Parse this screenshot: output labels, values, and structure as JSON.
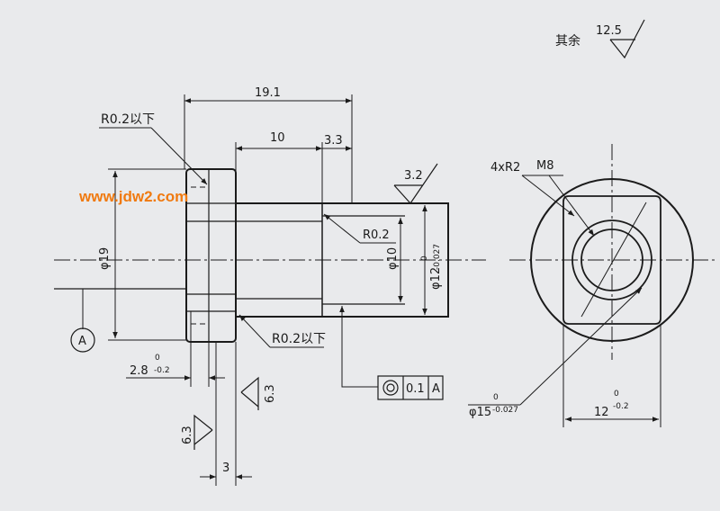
{
  "watermark": "www.jdw2.com",
  "roughness": {
    "other_label": "其余",
    "other_value": "12.5",
    "flange_face": "3.2",
    "face_left": "6.3",
    "face_right": "6.3"
  },
  "front_view": {
    "overall_length": "19.1",
    "shaft_length": "10",
    "chamfer_length": "3.3",
    "flange_thickness": "3",
    "step_dim": "2.8",
    "step_dim_upper": "0",
    "step_dim_lower": "-0.2",
    "fillet_top": "R0.2以下",
    "fillet_bottom": "R0.2以下",
    "bore_fillet": "R0.2",
    "flange_dia": "φ19",
    "bore_dia": "φ10",
    "shaft_dia": "φ12",
    "shaft_dia_upper": "0",
    "shaft_dia_lower": "-0.027",
    "datum": "A"
  },
  "tolerance_frame": {
    "value": "0.1",
    "datum": "A"
  },
  "side_view": {
    "corner_radius": "4xR2",
    "thread": "M8",
    "outer_dia": "φ15",
    "outer_dia_upper": "0",
    "outer_dia_lower": "-0.027",
    "width": "12",
    "width_upper": "0",
    "width_lower": "-0.2"
  }
}
